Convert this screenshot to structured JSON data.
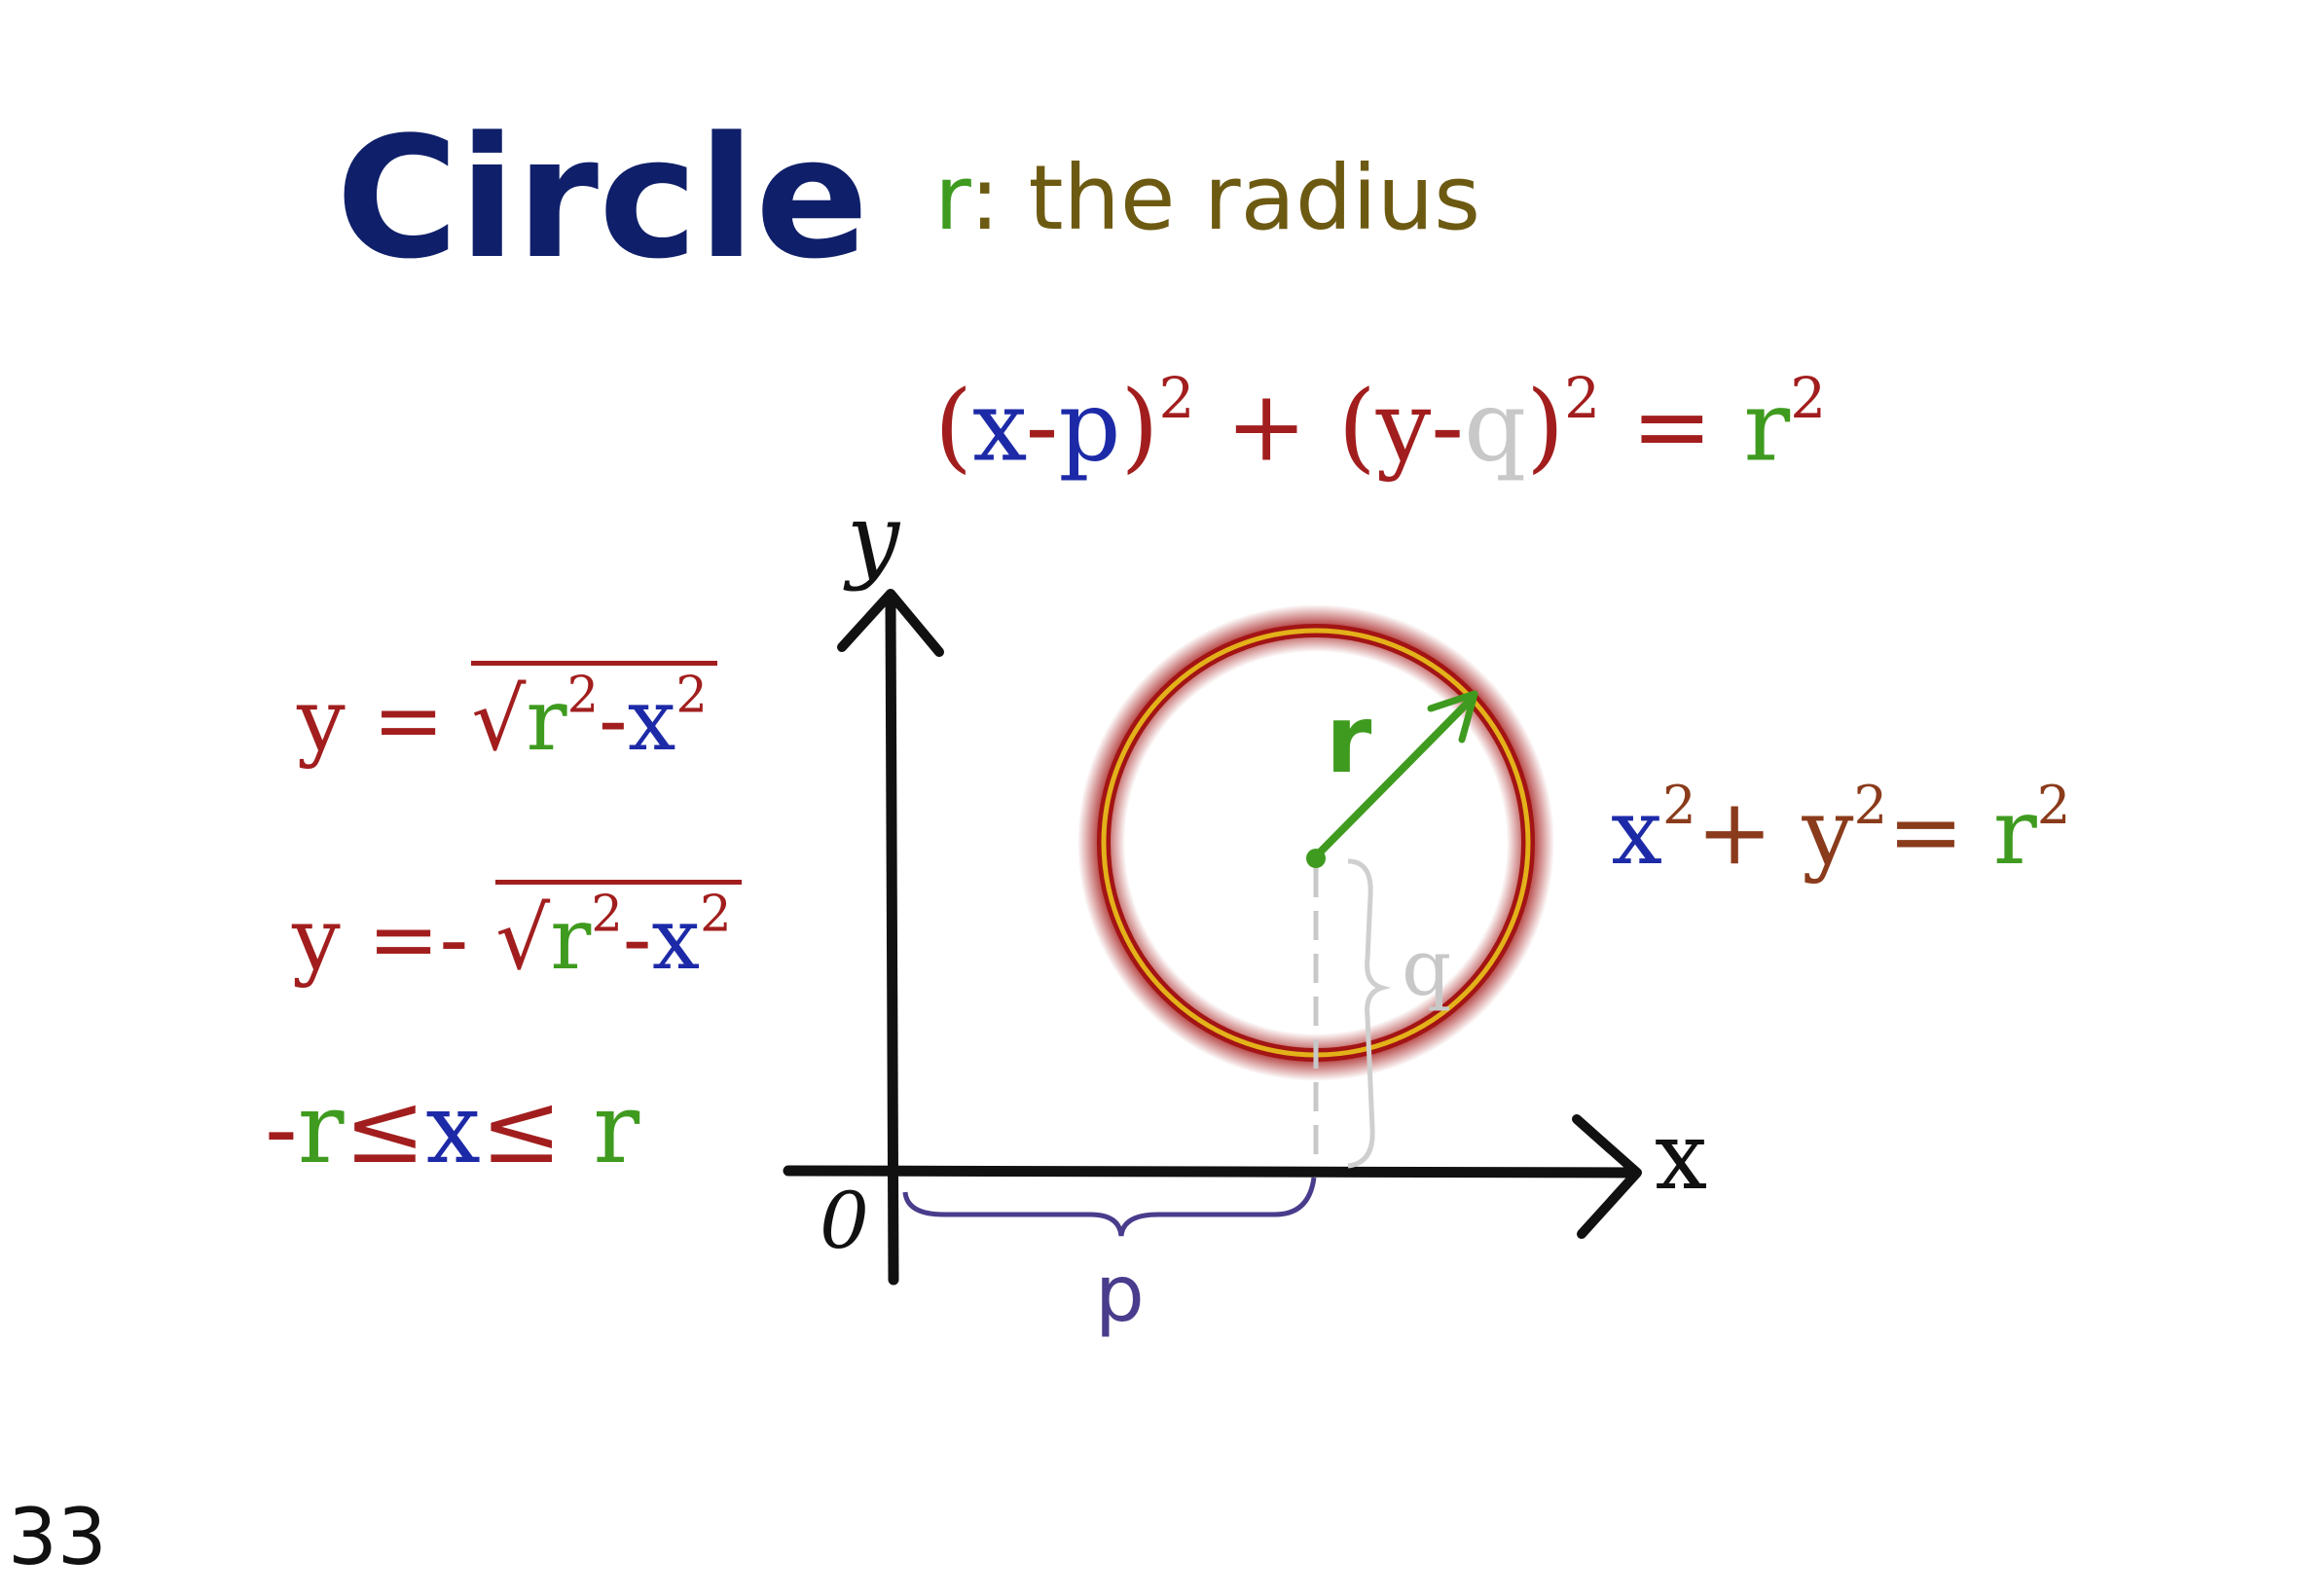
{
  "title": "Circle",
  "legend": {
    "symbol": "r",
    "separator": ":",
    "text": "the radius"
  },
  "general_equation": {
    "open1": "(",
    "x": "x",
    "minus1": "-",
    "p": "p",
    "close1": ")",
    "exp1": "2",
    "plus": "+",
    "open2": "(",
    "y": "y",
    "minus2": "-",
    "q": "q",
    "close2": ")",
    "exp2": "2",
    "equals": "=",
    "r": "r",
    "exp3": "2"
  },
  "upper_half": {
    "y": "y",
    "eq": "=",
    "r": "r",
    "exp1": "2",
    "minus": "-",
    "x": "x",
    "exp2": "2"
  },
  "lower_half": {
    "y": "y",
    "eq": "=",
    "neg": "-",
    "r": "r",
    "exp1": "2",
    "minus": "-",
    "x": "x",
    "exp2": "2"
  },
  "domain": {
    "neg": "-",
    "r1": "r",
    "le1": "≤",
    "x": "x",
    "le2": "≤",
    "r2": "r"
  },
  "origin_equation": {
    "x": "x",
    "exp1": "2",
    "plus": "+",
    "y": "y",
    "exp2": "2",
    "equals": "=",
    "r": "r",
    "exp3": "2"
  },
  "axes": {
    "x_label": "x",
    "y_label": "y",
    "origin_label": "0"
  },
  "annotations": {
    "p_label": "p",
    "q_label": "q",
    "radius_label": "r"
  },
  "page_number": "33",
  "colors": {
    "title": "#0f1f6a",
    "equation_red": "#a21e1e",
    "variable_blue": "#1d2aa8",
    "radius_green": "#3f9b1f",
    "circle_gold": "#e3b21a",
    "circle_glow": "#a31414",
    "guide_grey": "#c8c8c8",
    "brace_purple": "#4a3c8c",
    "subtitle_olive": "#6d5a12"
  }
}
